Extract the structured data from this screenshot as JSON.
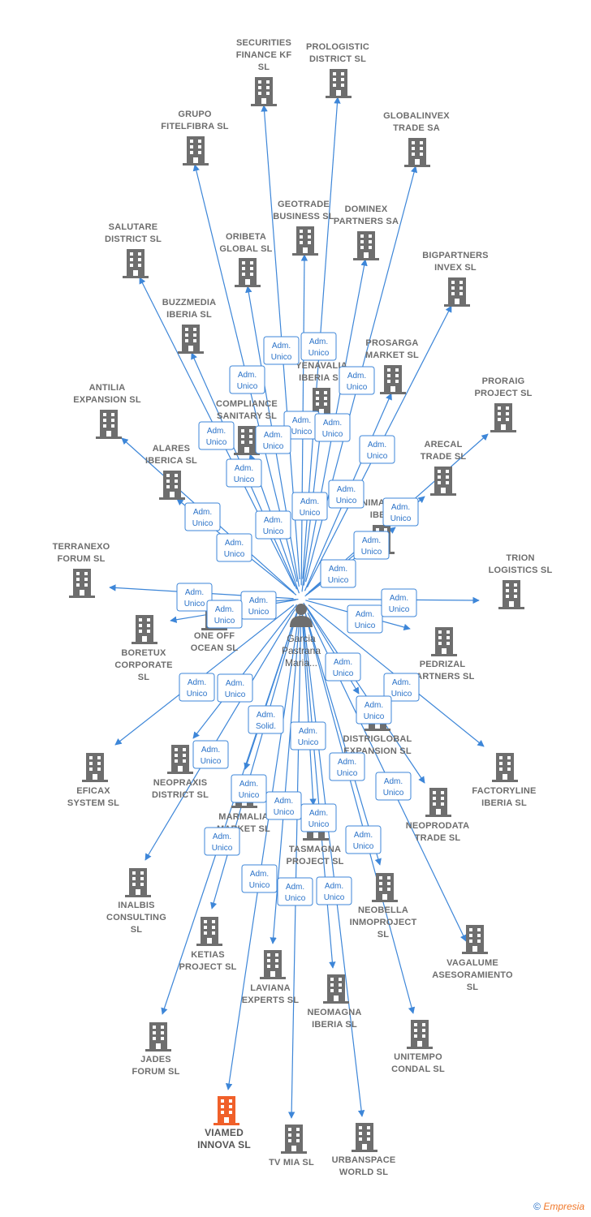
{
  "person": {
    "name_lines": [
      "Garcia",
      "Pastrana",
      "Maria..."
    ]
  },
  "credit": {
    "symbol": "©",
    "brand": "Empresia"
  },
  "colors": {
    "edge": "#3d86d8",
    "building": "#6e6e6e",
    "highlight": "#f0602a",
    "label_border": "#3d86d8"
  },
  "companies": [
    {
      "name": [
        "SECURITIES",
        "FINANCE KF",
        "SL"
      ]
    },
    {
      "name": [
        "PROLOGISTIC",
        "DISTRICT  SL"
      ]
    },
    {
      "name": [
        "GRUPO",
        "FITELFIBRA  SL"
      ]
    },
    {
      "name": [
        "GLOBALINVEX",
        "TRADE SA"
      ]
    },
    {
      "name": [
        "GEOTRADE",
        "BUSINESS  SL"
      ]
    },
    {
      "name": [
        "DOMINEX",
        "PARTNERS SA"
      ]
    },
    {
      "name": [
        "SALUTARE",
        "DISTRICT  SL"
      ]
    },
    {
      "name": [
        "ORIBETA",
        "GLOBAL  SL"
      ]
    },
    {
      "name": [
        "BIGPARTNERS",
        "INVEX  SL"
      ]
    },
    {
      "name": [
        "BUZZMEDIA",
        "IBERIA  SL"
      ]
    },
    {
      "name": [
        "PROSARGA",
        "MARKET  SL"
      ]
    },
    {
      "name": [
        "YENAVALIA",
        "IBERIA  SL"
      ]
    },
    {
      "name": [
        "ANTILIA",
        "EXPANSION  SL"
      ]
    },
    {
      "name": [
        "COMPLIANCE",
        "SANITARY  SL"
      ]
    },
    {
      "name": [
        "PRORAIG",
        "PROJECT  SL"
      ]
    },
    {
      "name": [
        "ALARES",
        "IBERICA  SL"
      ]
    },
    {
      "name": [
        "ARECAL",
        "TRADE  SL"
      ]
    },
    {
      "name": [
        "NIMARKET",
        "IBERIA"
      ]
    },
    {
      "name": [
        "TERRANEXO",
        "FORUM  SL"
      ]
    },
    {
      "name": [
        "TRION",
        "LOGISTICS  SL"
      ]
    },
    {
      "name": [
        "ONE OFF",
        "OCEAN  SL"
      ]
    },
    {
      "name": [
        "BORETUX",
        "CORPORATE",
        "SL"
      ]
    },
    {
      "name": [
        "PEDRIZAL",
        "PARTNERS  SL"
      ]
    },
    {
      "name": [
        "DISTRIGLOBAL",
        "EXPANSION  SL"
      ]
    },
    {
      "name": [
        "EFICAX",
        "SYSTEM SL"
      ]
    },
    {
      "name": [
        "NEOPRAXIS",
        "DISTRICT  SL"
      ]
    },
    {
      "name": [
        "FACTORYLINE",
        "IBERIA  SL"
      ]
    },
    {
      "name": [
        "MARMALIA",
        "MARKET  SL"
      ]
    },
    {
      "name": [
        "NEOPRODATA",
        "TRADE  SL"
      ]
    },
    {
      "name": [
        "TASMAGNA",
        "PROJECT  SL"
      ]
    },
    {
      "name": [
        "INALBIS",
        "CONSULTING",
        "SL"
      ]
    },
    {
      "name": [
        "NEOBELLA",
        "INMOPROJECT",
        "SL"
      ]
    },
    {
      "name": [
        "KETIAS",
        "PROJECT  SL"
      ]
    },
    {
      "name": [
        "VAGALUME",
        "ASESORAMIENTO",
        "SL"
      ]
    },
    {
      "name": [
        "LAVIANA",
        "EXPERTS  SL"
      ]
    },
    {
      "name": [
        "NEOMAGNA",
        "IBERIA  SL"
      ]
    },
    {
      "name": [
        "JADES",
        "FORUM  SL"
      ]
    },
    {
      "name": [
        "UNITEMPO",
        "CONDAL  SL"
      ]
    },
    {
      "name": [
        "VIAMED",
        "INNOVA  SL"
      ],
      "highlight": true
    },
    {
      "name": [
        "TV MIA  SL"
      ]
    },
    {
      "name": [
        "URBANSPACE",
        "WORLD  SL"
      ]
    }
  ],
  "relation_labels": [
    [
      "Adm.",
      "Unico"
    ],
    [
      "Adm.",
      "Unico"
    ],
    [
      "Adm.",
      "Unico"
    ],
    [
      "Adm.",
      "Unico"
    ],
    [
      "Adm.",
      "Unico"
    ],
    [
      "Adm.",
      "Unico"
    ],
    [
      "Adm.",
      "Unico"
    ],
    [
      "Adm.",
      "Unico"
    ],
    [
      "Adm.",
      "Unico"
    ],
    [
      "Adm.",
      "Unico"
    ],
    [
      "Adm.",
      "Unico"
    ],
    [
      "Adm.",
      "Unico"
    ],
    [
      "Adm.",
      "Unico"
    ],
    [
      "Adm.",
      "Unico"
    ],
    [
      "Adm.",
      "Unico"
    ],
    [
      "Adm.",
      "Unico"
    ],
    [
      "Adm.",
      "Unico"
    ],
    [
      "Adm.",
      "Unico"
    ],
    [
      "Adm.",
      "Unico"
    ],
    [
      "Adm.",
      "Unico"
    ],
    [
      "Adm.",
      "Unico"
    ],
    [
      "Adm.",
      "Unico"
    ],
    [
      "Adm.",
      "Unico"
    ],
    [
      "Adm.",
      "Unico"
    ],
    [
      "Adm.",
      "Unico"
    ],
    [
      "Adm.",
      "Solid."
    ],
    [
      "Adm.",
      "Unico"
    ],
    [
      "Adm.",
      "Unico"
    ],
    [
      "Adm.",
      "Unico"
    ],
    [
      "Adm.",
      "Unico"
    ],
    [
      "Adm.",
      "Unico"
    ],
    [
      "Adm.",
      "Unico"
    ],
    [
      "Adm.",
      "Unico"
    ],
    [
      "Adm.",
      "Unico"
    ],
    [
      "Adm.",
      "Unico"
    ],
    [
      "Adm.",
      "Unico"
    ],
    [
      "Adm.",
      "Unico"
    ],
    [
      "Adm.",
      "Unico"
    ],
    [
      "Adm.",
      "Unico"
    ],
    [
      "Adm.",
      "Unico"
    ],
    [
      "Adm.",
      "Unico"
    ]
  ]
}
